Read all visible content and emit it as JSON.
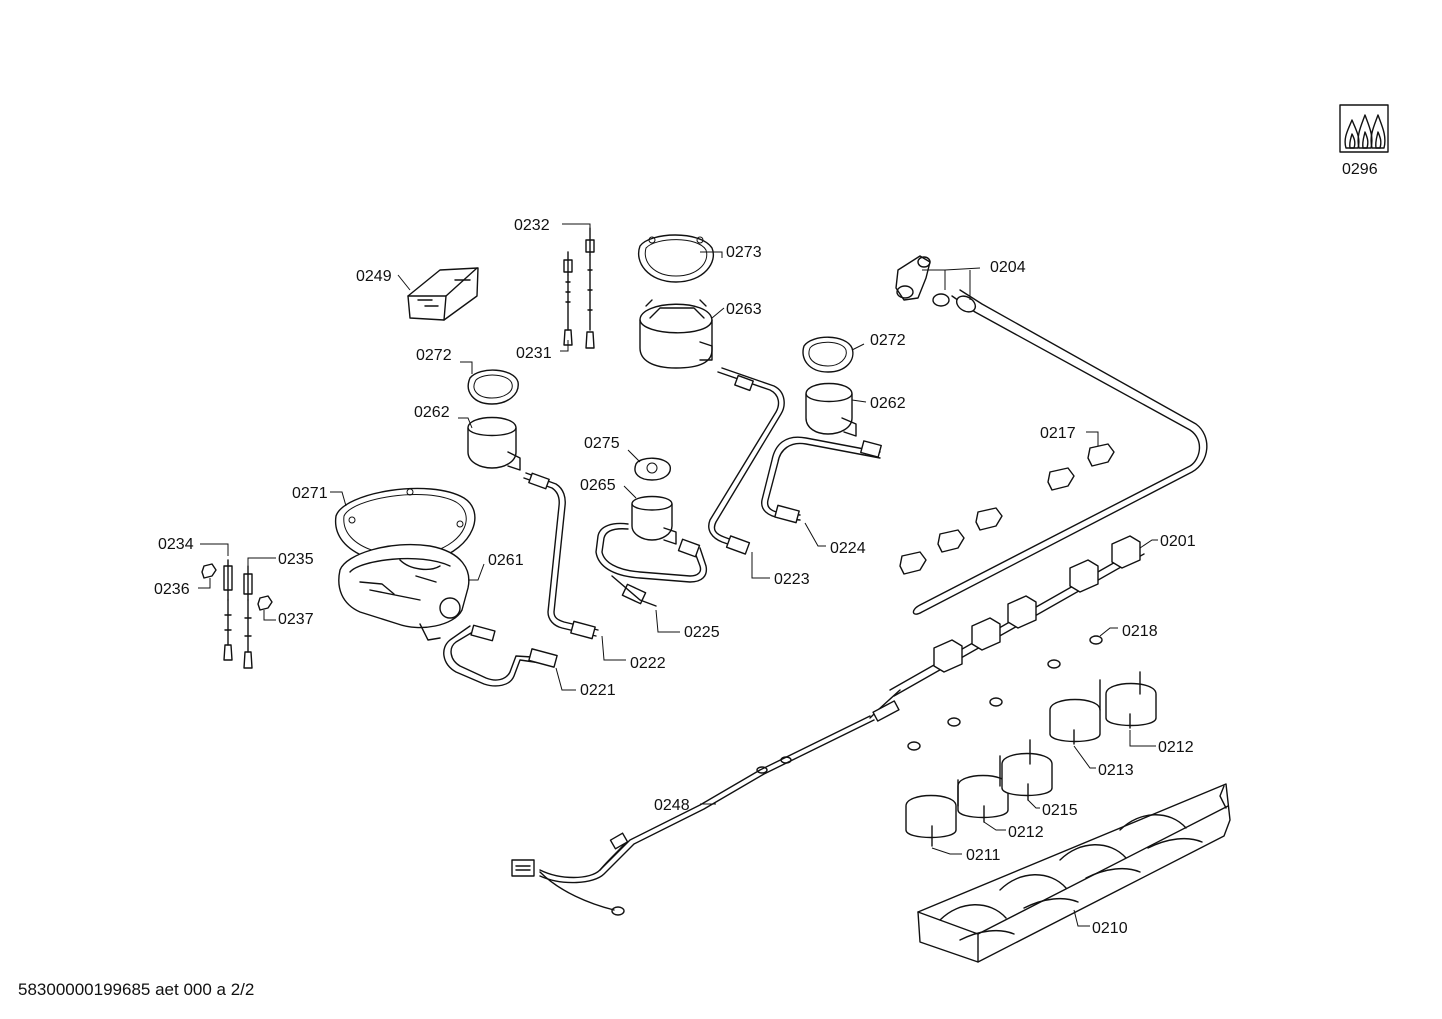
{
  "diagram": {
    "icon": "gas-burner-flames-icon",
    "callouts": {
      "c0296": "0296",
      "c0232": "0232",
      "c0273": "0273",
      "c0204": "0204",
      "c0249": "0249",
      "c0231": "0231",
      "c0263": "0263",
      "c0272a": "0272",
      "c0272b": "0272",
      "c0262a": "0262",
      "c0262b": "0262",
      "c0217": "0217",
      "c0275": "0275",
      "c0265": "0265",
      "c0271": "0271",
      "c0224": "0224",
      "c0201": "0201",
      "c0234": "0234",
      "c0261": "0261",
      "c0235": "0235",
      "c0223": "0223",
      "c0236": "0236",
      "c0237": "0237",
      "c0225": "0225",
      "c0218": "0218",
      "c0222": "0222",
      "c0221": "0221",
      "c0212a": "0212",
      "c0213": "0213",
      "c0248": "0248",
      "c0215": "0215",
      "c0212b": "0212",
      "c0211": "0211",
      "c0210": "0210"
    }
  },
  "footer": {
    "reference": "58300000199685 aet 000 a 2/2"
  }
}
